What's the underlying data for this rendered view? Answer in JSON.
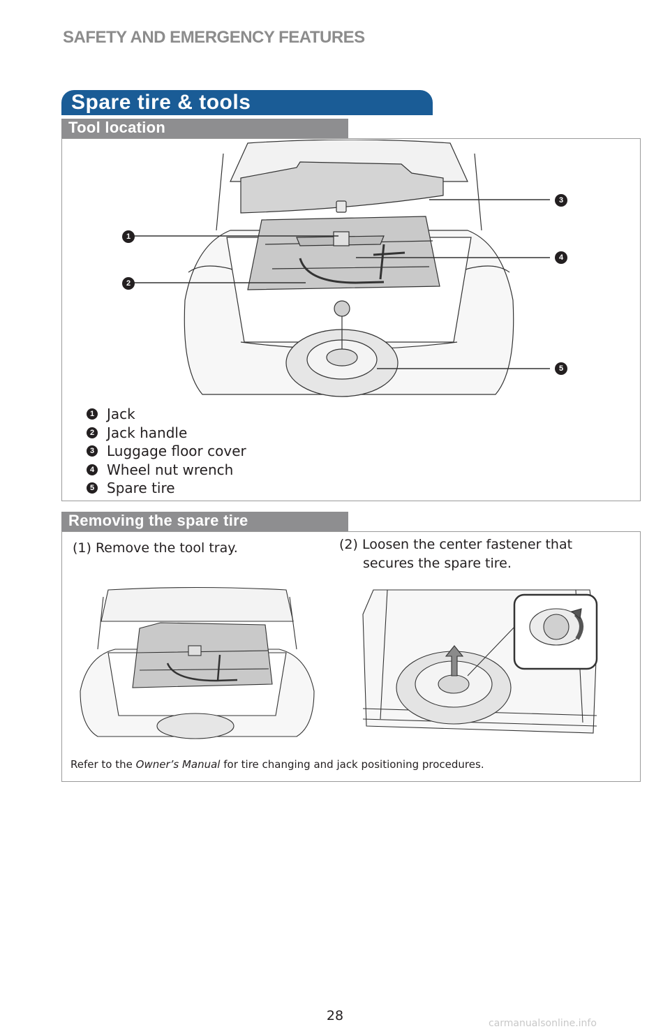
{
  "header": {
    "title": "SAFETY AND EMERGENCY FEATURES"
  },
  "section": {
    "title": "Spare tire & tools"
  },
  "tool_location": {
    "heading": "Tool location",
    "callouts": [
      {
        "number": "1",
        "label": "Jack"
      },
      {
        "number": "2",
        "label": "Jack handle"
      },
      {
        "number": "3",
        "label": "Luggage floor cover"
      },
      {
        "number": "4",
        "label": "Wheel nut wrench"
      },
      {
        "number": "5",
        "label": "Spare tire"
      }
    ]
  },
  "removing": {
    "heading": "Removing the spare tire",
    "step1": "(1) Remove the tool tray.",
    "step2_line1": "(2) Loosen the center fastener that",
    "step2_line2": "secures the spare tire.",
    "note_prefix": "Refer to the ",
    "note_emphasis": "Owner’s Manual",
    "note_suffix": " for tire changing and jack positioning procedures."
  },
  "footer": {
    "page_number": "28",
    "watermark": "carmanualsonline.info"
  }
}
